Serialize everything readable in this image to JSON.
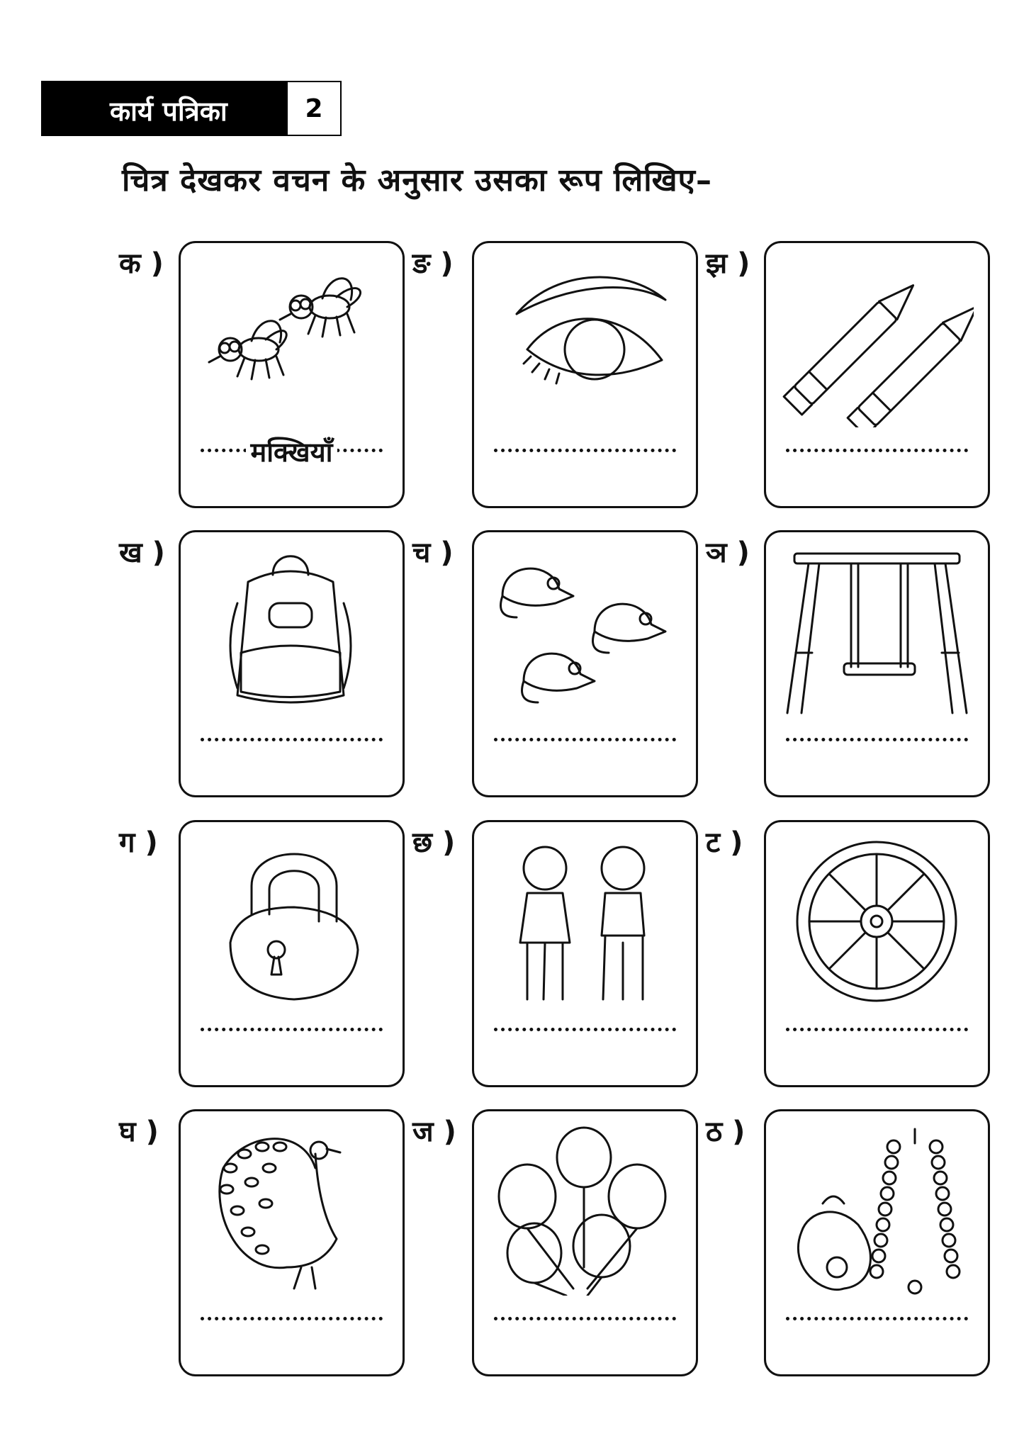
{
  "header": {
    "title": "कार्य पत्रिका",
    "number": "2"
  },
  "instruction": "चित्र देखकर वचन के अनुसार उसका रूप लिखिए–",
  "items": [
    {
      "label": "क )",
      "picture": "flies-icon",
      "answer": "मक्खियाँ"
    },
    {
      "label": "ख )",
      "picture": "backpack-icon",
      "answer": ""
    },
    {
      "label": "ग )",
      "picture": "lock-icon",
      "answer": ""
    },
    {
      "label": "घ )",
      "picture": "peacock-icon",
      "answer": ""
    },
    {
      "label": "ङ )",
      "picture": "eye-icon",
      "answer": ""
    },
    {
      "label": "च )",
      "picture": "rats-icon",
      "answer": ""
    },
    {
      "label": "छ )",
      "picture": "boys-icon",
      "answer": ""
    },
    {
      "label": "ज )",
      "picture": "balloons-icon",
      "answer": ""
    },
    {
      "label": "झ )",
      "picture": "pencils-icon",
      "answer": ""
    },
    {
      "label": "ञ )",
      "picture": "swing-icon",
      "answer": ""
    },
    {
      "label": "ट )",
      "picture": "wheel-icon",
      "answer": ""
    },
    {
      "label": "ठ )",
      "picture": "necklace-icon",
      "answer": ""
    }
  ]
}
